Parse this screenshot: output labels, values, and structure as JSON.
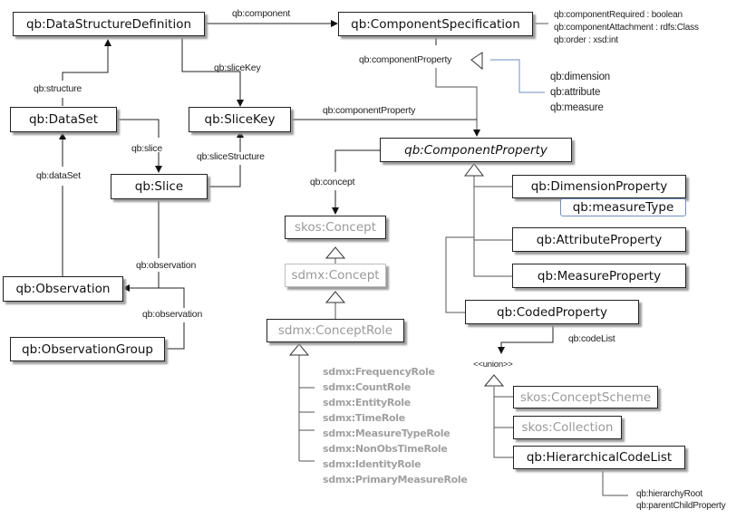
{
  "classes": {
    "dsd": "qb:DataStructureDefinition",
    "component_spec": "qb:ComponentSpecification",
    "dataset": "qb:DataSet",
    "slicekey": "qb:SliceKey",
    "slice": "qb:Slice",
    "observation": "qb:Observation",
    "observation_group": "qb:ObservationGroup",
    "component_property": "qb:ComponentProperty",
    "dimension_property": "qb:DimensionProperty",
    "measure_type": "qb:measureType",
    "attribute_property": "qb:AttributeProperty",
    "measure_property": "qb:MeasureProperty",
    "coded_property": "qb:CodedProperty",
    "skos_concept": "skos:Concept",
    "sdmx_concept": "sdmx:Concept",
    "sdmx_concept_role": "sdmx:ConceptRole",
    "skos_concept_scheme": "skos:ConceptScheme",
    "skos_collection": "skos:Collection",
    "hierarchical_code_list": "qb:HierarchicalCodeList"
  },
  "edges": {
    "component": "qb:component",
    "slice_key": "qb:sliceKey",
    "component_property_spec": "qb:componentProperty",
    "component_property_slicekey": "qb:componentProperty",
    "structure": "qb:structure",
    "slice": "qb:slice",
    "slice_structure": "qb:sliceStructure",
    "data_set": "qb:dataSet",
    "observation_slice": "qb:observation",
    "observation_group": "qb:observation",
    "concept": "qb:concept",
    "code_list": "qb:codeList",
    "union": "<<union>>"
  },
  "component_spec_attributes": [
    "qb:componentRequired : boolean",
    "qb:componentAttachment : rdfs:Class",
    "qb:order : xsd:int"
  ],
  "component_subproperties": [
    "qb:dimension",
    "qb:attribute",
    "qb:measure"
  ],
  "concept_roles": [
    "sdmx:FrequencyRole",
    "sdmx:CountRole",
    "sdmx:EntityRole",
    "sdmx:TimeRole",
    "sdmx:MeasureTypeRole",
    "sdmx:NonObsTimeRole",
    "sdmx:IdentityRole",
    "sdmx:PrimaryMeasureRole"
  ],
  "hierarchical_code_list_properties": [
    "qb:hierarchyRoot",
    "qb:parentChildProperty"
  ],
  "colors": {
    "line": "#222222",
    "grey_text": "#9a9a9a",
    "blue_line": "#6f8fbf"
  }
}
